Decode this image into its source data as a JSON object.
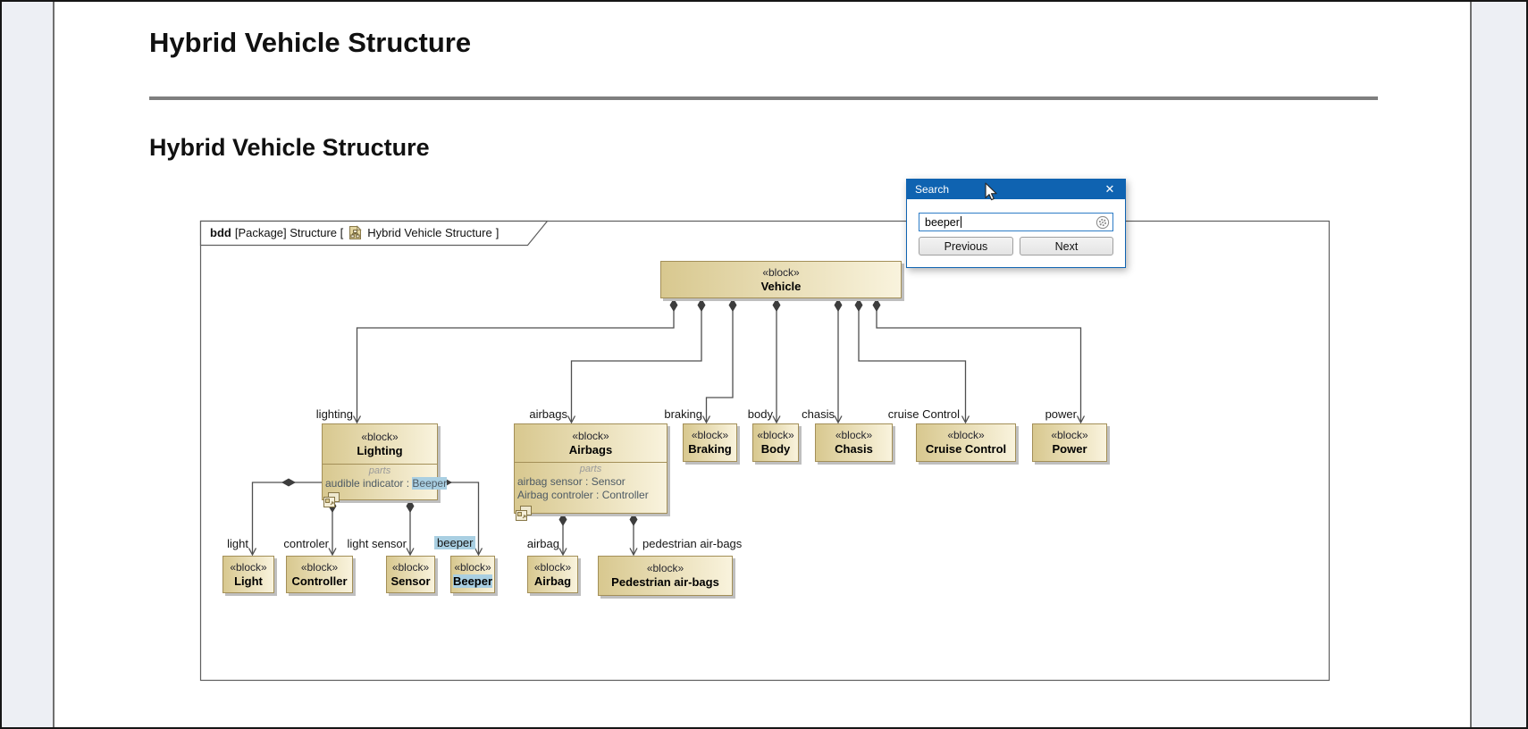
{
  "page": {
    "h1": "Hybrid Vehicle Structure",
    "h2": "Hybrid Vehicle Structure"
  },
  "diagram_frame": {
    "keyword": "bdd",
    "context": "[Package] Structure [",
    "diagram_icon": "diagram-icon",
    "name": "Hybrid Vehicle Structure",
    "close_bracket": "]"
  },
  "stereotype": "«block»",
  "parts_label": "parts",
  "blocks": {
    "vehicle": {
      "name": "Vehicle"
    },
    "lighting": {
      "name": "Lighting",
      "part_prefix": "audible indicator : ",
      "part_highlight": "Beeper"
    },
    "airbags": {
      "name": "Airbags",
      "parts": [
        "airbag sensor : Sensor",
        "Airbag controler : Controller"
      ]
    },
    "braking": {
      "name": "Braking"
    },
    "body": {
      "name": "Body"
    },
    "chasis": {
      "name": "Chasis"
    },
    "cruise_control": {
      "name": "Cruise Control"
    },
    "power": {
      "name": "Power"
    },
    "light": {
      "name": "Light"
    },
    "controller": {
      "name": "Controller"
    },
    "sensor": {
      "name": "Sensor"
    },
    "beeper": {
      "name": "Beeper"
    },
    "airbag": {
      "name": "Airbag"
    },
    "pedestrian": {
      "name": "Pedestrian air-bags"
    }
  },
  "connector_labels": {
    "lighting": "lighting",
    "airbags": "airbags",
    "braking": "braking",
    "body": "body",
    "chasis": "chasis",
    "cruise_control": "cruise Control",
    "power": "power",
    "light": "light",
    "controler": "controler",
    "light_sensor": "light sensor",
    "beeper": "beeper",
    "airbag": "airbag",
    "pedestrian": "pedestrian air-bags"
  },
  "search_dialog": {
    "title": "Search",
    "close_glyph": "✕",
    "input_value": "beeper",
    "previous_label": "Previous",
    "next_label": "Next"
  },
  "colors": {
    "block_fill_start": "#d8c88f",
    "block_fill_end": "#f9f3dd",
    "block_border": "#a38f58",
    "highlight": "#a9cfe2",
    "dialog_accent": "#0f63b1",
    "connector": "#4f4f4f"
  }
}
